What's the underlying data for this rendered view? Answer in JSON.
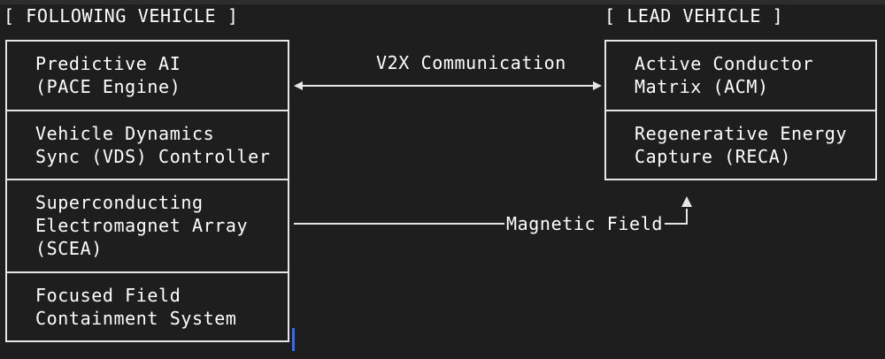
{
  "headings": {
    "following": "[ FOLLOWING VEHICLE ]",
    "lead": "[ LEAD VEHICLE ]"
  },
  "following_vehicle": {
    "modules": [
      "Predictive AI\n(PACE Engine)",
      "Vehicle Dynamics\nSync (VDS) Controller",
      "Superconducting\nElectromagnet Array\n(SCEA)",
      "Focused Field\nContainment System"
    ]
  },
  "lead_vehicle": {
    "modules": [
      "Active Conductor\nMatrix (ACM)",
      "Regenerative Energy\nCapture (RECA)"
    ]
  },
  "links": {
    "v2x": "V2X Communication",
    "magnetic": "Magnetic Field"
  }
}
